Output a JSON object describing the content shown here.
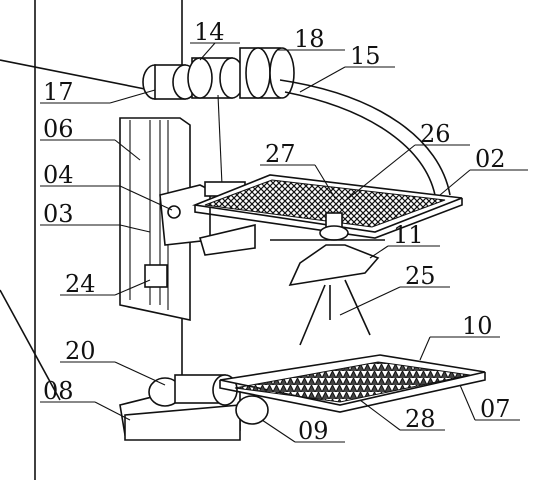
{
  "labels": {
    "l14": "14",
    "l18": "18",
    "l15": "15",
    "l17": "17",
    "l06": "06",
    "l26": "26",
    "l27": "27",
    "l02": "02",
    "l04": "04",
    "l03": "03",
    "l11": "11",
    "l24": "24",
    "l25": "25",
    "l10": "10",
    "l20": "20",
    "l08": "08",
    "l07": "07",
    "l28": "28",
    "l09": "09"
  },
  "colors": {
    "ink": "#111111",
    "background": "#ffffff"
  }
}
